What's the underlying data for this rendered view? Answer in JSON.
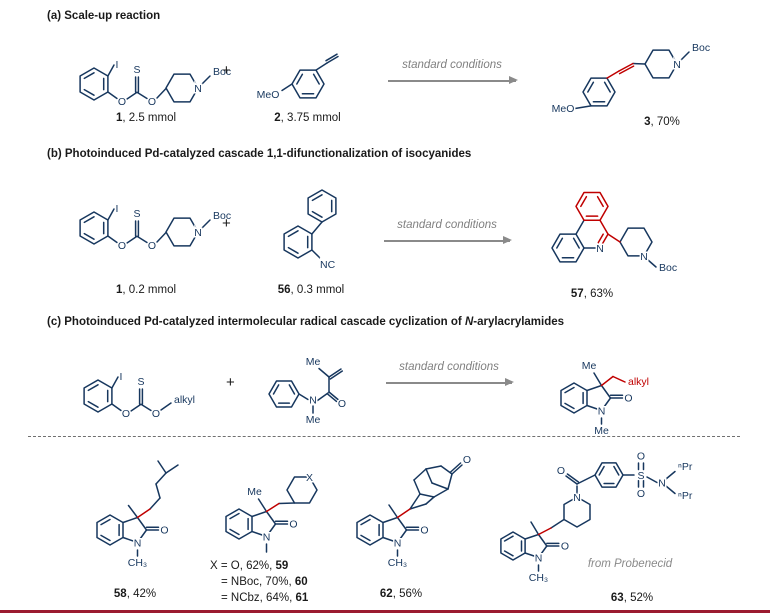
{
  "colors": {
    "structure_navy": "#17375e",
    "highlight_red": "#c00000",
    "conditions_gray": "#808080",
    "bottom_rule": "#9b1b30"
  },
  "section_a": {
    "title": "(a) Scale-up reaction",
    "plus": "+",
    "conditions": "standard conditions",
    "reactant1": {
      "num": "1",
      "rest": ", 2.5 mmol",
      "atoms": {
        "I": "I",
        "S": "S",
        "O1": "O",
        "O2": "O",
        "N": "N",
        "Boc": "Boc"
      }
    },
    "reactant2": {
      "num": "2",
      "rest": ", 3.75 mmol",
      "atoms": {
        "MeO": "MeO"
      }
    },
    "product": {
      "num": "3",
      "rest": ", 70%",
      "atoms": {
        "MeO": "MeO",
        "N": "N",
        "Boc": "Boc"
      }
    }
  },
  "section_b": {
    "title": "(b) Photoinduced Pd-catalyzed cascade 1,1-difunctionalization of isocyanides",
    "plus": "+",
    "conditions": "standard conditions",
    "reactant1": {
      "num": "1",
      "rest": ", 0.2 mmol",
      "atoms": {
        "I": "I",
        "S": "S",
        "O1": "O",
        "O2": "O",
        "N": "N",
        "Boc": "Boc"
      }
    },
    "reactant2": {
      "num": "56",
      "rest": ", 0.3 mmol",
      "atoms": {
        "NC": "NC"
      }
    },
    "product": {
      "num": "57",
      "rest": ", 63%",
      "atoms": {
        "N": "N",
        "Npip": "N",
        "Boc": "Boc"
      }
    }
  },
  "section_c": {
    "title_pre": "(c) Photoinduced Pd-catalyzed intermolecular radical cascade cyclization of ",
    "title_italic": "N",
    "title_post": "-arylacrylamides",
    "plus": "+",
    "conditions": "standard conditions",
    "reactant1": {
      "atoms": {
        "I": "I",
        "S": "S",
        "O1": "O",
        "O2": "O",
        "alkyl": "alkyl"
      }
    },
    "reactant2": {
      "atoms": {
        "Me_top": "Me",
        "N": "N",
        "Me_bottom": "Me",
        "O": "O"
      }
    },
    "product": {
      "atoms": {
        "Me": "Me",
        "alkyl": "alkyl",
        "O": "O",
        "N": "N",
        "Me_n": "Me"
      }
    }
  },
  "scope": {
    "p58": {
      "num": "58",
      "rest": ", 42%",
      "atoms": {
        "O": "O",
        "N": "N",
        "CH3": "CH₃"
      }
    },
    "p59": {
      "lines": [
        {
          "pre": "X = O, 62%, ",
          "num": "59"
        },
        {
          "pre": "= NBoc, 70%, ",
          "num": "60"
        },
        {
          "pre": "= NCbz, 64%, ",
          "num": "61"
        }
      ],
      "atoms": {
        "Me": "Me",
        "X": "X",
        "O": "O",
        "N": "N"
      }
    },
    "p62": {
      "num": "62",
      "rest": ", 56%",
      "atoms": {
        "Oket": "O",
        "O": "O",
        "N": "N",
        "CH3": "CH₃"
      }
    },
    "p63": {
      "num": "63",
      "rest": ", 52%",
      "note": "from Probenecid",
      "atoms": {
        "Oamide": "O",
        "Npip": "N",
        "S": "S",
        "Otop": "O",
        "Obottom": "O",
        "Nsulf": "N",
        "nPr1": "ⁿPr",
        "nPr2": "ⁿPr",
        "O": "O",
        "N": "N",
        "CH3": "CH₃"
      }
    }
  }
}
